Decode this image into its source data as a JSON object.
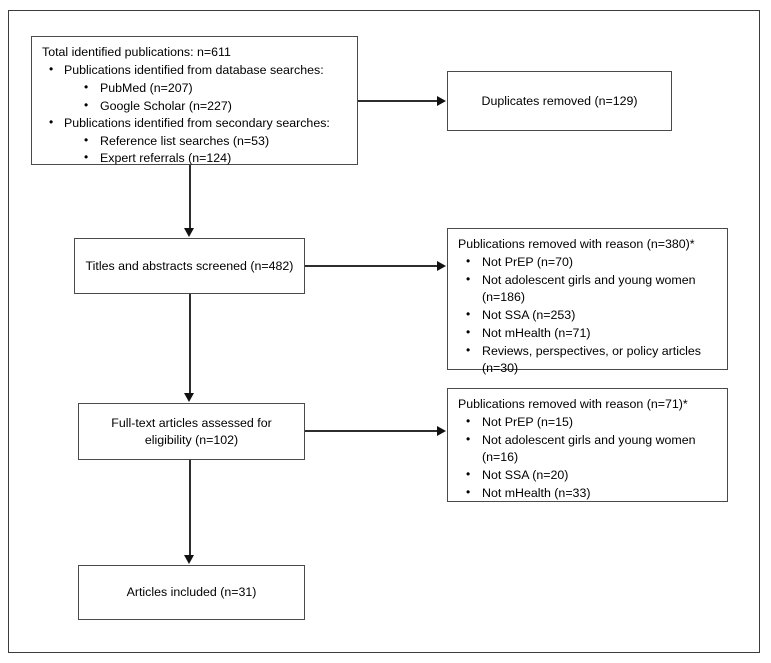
{
  "diagram": {
    "type": "prisma-flow-diagram",
    "title": "PRISMA study selection flow diagram",
    "frame_color": "#3c3c3c",
    "box_border_color": "#4a4a4a",
    "connector_color": "#2d2d2d",
    "background": "#ffffff"
  },
  "identification": {
    "title": "Total identified publications: n=611",
    "total": 611,
    "groups": [
      {
        "label": "Publications identified from database searches:",
        "sources": [
          {
            "label": "PubMed (n=207)",
            "name": "PubMed",
            "n": 207
          },
          {
            "label": "Google Scholar (n=227)",
            "name": "Google Scholar",
            "n": 227
          }
        ]
      },
      {
        "label": "Publications identified from secondary searches:",
        "sources": [
          {
            "label": "Reference list searches (n=53)",
            "name": "Reference list searches",
            "n": 53
          },
          {
            "label": "Expert referrals (n=124)",
            "name": "Expert referrals",
            "n": 124
          }
        ]
      }
    ]
  },
  "duplicates": {
    "label": "Duplicates removed (n=129)",
    "n": 129
  },
  "screening": {
    "label": "Titles and abstracts screened (n=482)",
    "n": 482
  },
  "screening_excluded": {
    "header": "Publications removed with reason (n=380)*",
    "n": 380,
    "reasons": [
      {
        "label": "Not PrEP (n=70)",
        "reason": "Not PrEP",
        "n": 70
      },
      {
        "label": "Not adolescent girls and young women (n=186)",
        "reason": "Not adolescent girls and young women",
        "n": 186
      },
      {
        "label": "Not SSA (n=253)",
        "reason": "Not SSA",
        "n": 253
      },
      {
        "label": "Not mHealth (n=71)",
        "reason": "Not mHealth",
        "n": 71
      },
      {
        "label": "Reviews, perspectives, or policy articles (n=30)",
        "reason": "Reviews, perspectives, or policy articles",
        "n": 30
      }
    ]
  },
  "eligibility": {
    "line1": "Full-text articles assessed for",
    "line2": "eligibility (n=102)",
    "n": 102
  },
  "eligibility_excluded": {
    "header": "Publications removed with reason (n=71)*",
    "n": 71,
    "reasons": [
      {
        "label": "Not PrEP (n=15)",
        "reason": "Not PrEP",
        "n": 15
      },
      {
        "label": "Not adolescent girls and young women (n=16)",
        "reason": "Not adolescent girls and young women",
        "n": 16
      },
      {
        "label": "Not SSA (n=20)",
        "reason": "Not SSA",
        "n": 20
      },
      {
        "label": "Not mHealth (n=33)",
        "reason": "Not mHealth",
        "n": 33
      }
    ]
  },
  "included": {
    "label": "Articles included (n=31)",
    "n": 31
  }
}
